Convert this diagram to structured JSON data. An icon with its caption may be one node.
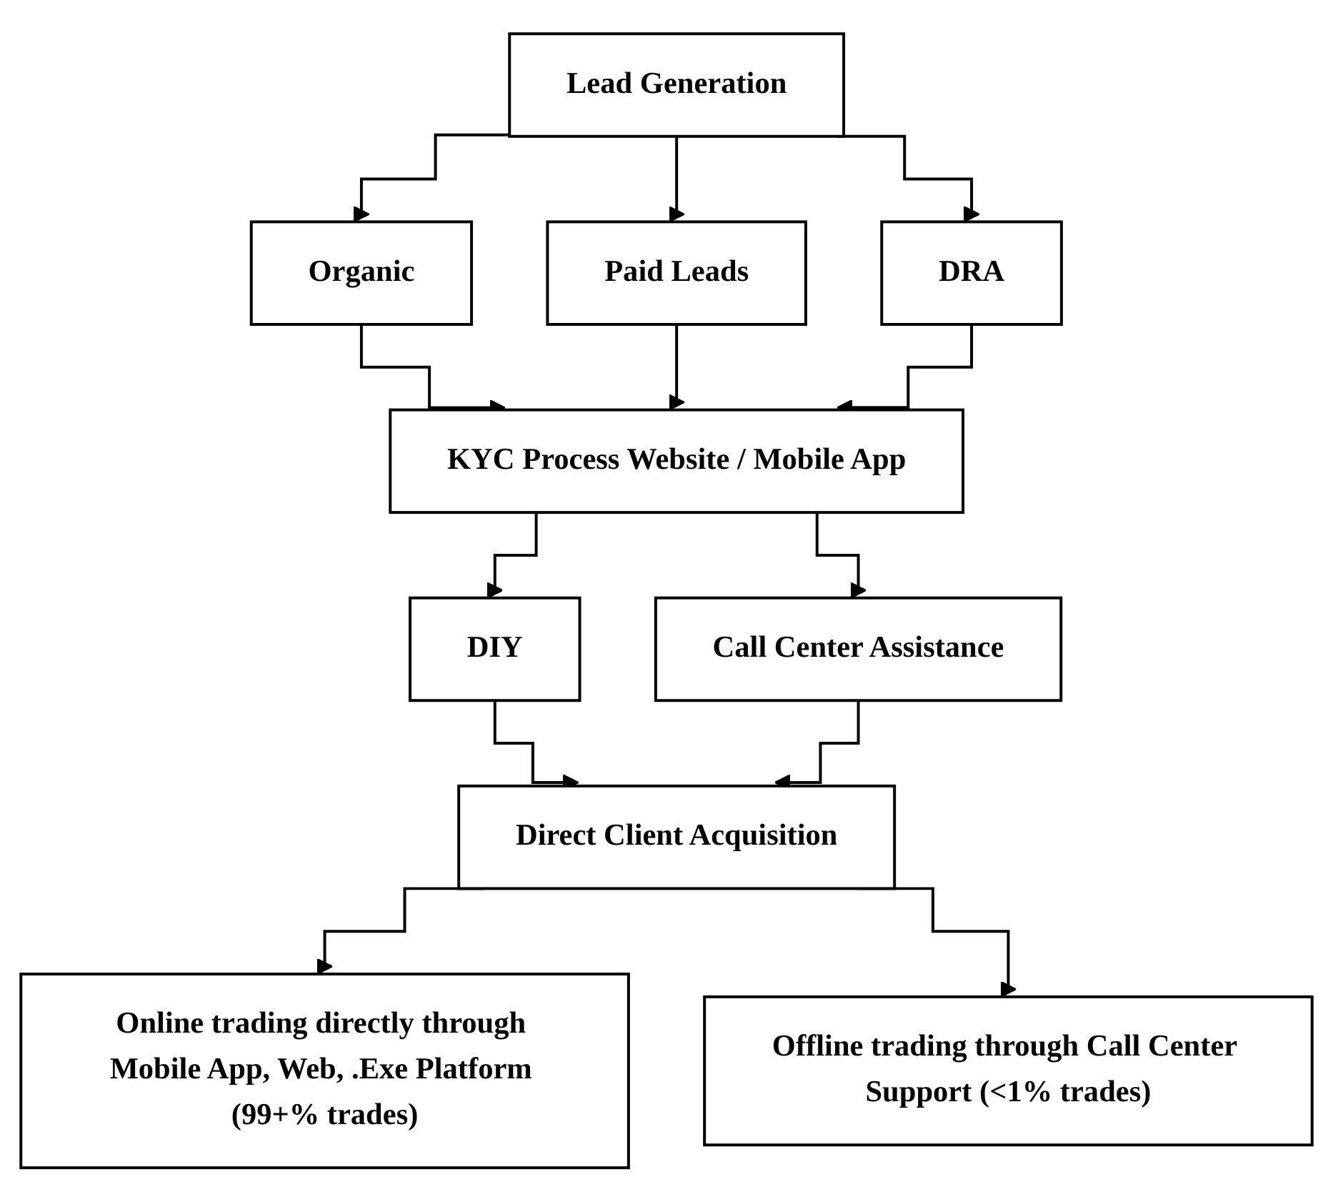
{
  "diagram": {
    "nodes": [
      {
        "text": [
          "Lead Generation"
        ]
      },
      {
        "text": [
          "Organic"
        ]
      },
      {
        "text": [
          "Paid Leads"
        ]
      },
      {
        "text": [
          "DRA"
        ]
      },
      {
        "text": [
          "KYC Process Website / Mobile App"
        ]
      },
      {
        "text": [
          "DIY"
        ]
      },
      {
        "text": [
          "Call Center Assistance"
        ]
      },
      {
        "text": [
          "Direct Client Acquisition"
        ]
      },
      {
        "text": [
          "Online trading directly through Mobile App, Web, .Exe Platform (99+% trades)"
        ]
      },
      {
        "text": [
          "Offline trading through Call Center Support (<1% trades)"
        ]
      }
    ],
    "edges": [
      {
        "from": 0,
        "to": 1,
        "arrow": "to"
      },
      {
        "from": 0,
        "to": 2,
        "arrow": "to"
      },
      {
        "from": 0,
        "to": 3,
        "arrow": "to"
      },
      {
        "from": 1,
        "to": 4,
        "arrow": "to"
      },
      {
        "from": 2,
        "to": 4,
        "arrow": "to"
      },
      {
        "from": 3,
        "to": 4,
        "arrow": "to"
      },
      {
        "from": 4,
        "to": 5,
        "arrow": "to"
      },
      {
        "from": 4,
        "to": 6,
        "arrow": "to"
      },
      {
        "from": 5,
        "to": 7,
        "arrow": "to"
      },
      {
        "from": 6,
        "to": 7,
        "arrow": "to"
      },
      {
        "from": 7,
        "to": 8,
        "arrow": "to"
      },
      {
        "from": 7,
        "to": 9,
        "arrow": "to"
      }
    ]
  }
}
